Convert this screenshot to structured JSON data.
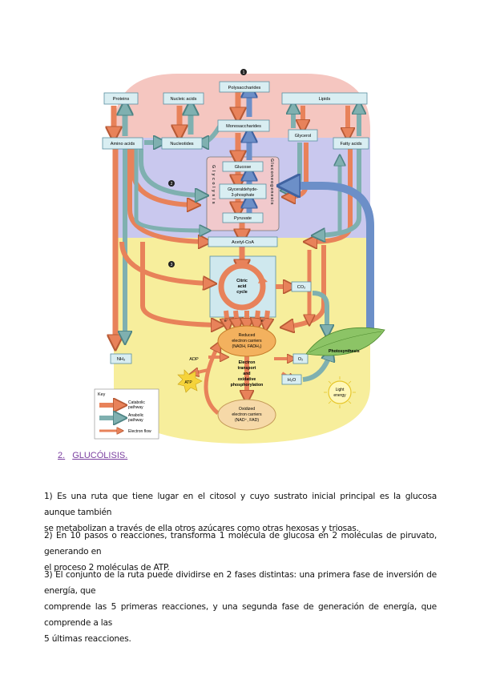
{
  "figure": {
    "zone_markers": [
      "1",
      "2",
      "3"
    ],
    "boxes": {
      "proteins": "Proteins",
      "nucleic_acids": "Nucleic acids",
      "polysaccharides": "Polysaccharides",
      "lipids": "Lipids",
      "monosaccharides": "Monosaccharides",
      "amino_acids": "Amino acids",
      "nucleotides": "Nucleotides",
      "glycerol": "Glycerol",
      "fatty_acids": "Fatty acids",
      "glucose": "Glucose",
      "g3p_line1": "Glyceraldehyde-",
      "g3p_line2": "3-phosphate",
      "pyruvate": "Pyruvate",
      "acetyl_coa": "Acetyl-CoA",
      "co2": "CO₂",
      "nh3": "NH₃",
      "o2": "O₂",
      "h2o": "H₂O",
      "adp": "ADP",
      "atp": "ATP"
    },
    "glycolysis_vertical": "Glycolysis",
    "gluconeogenesis_vertical": "Gluconeogenesis",
    "citric_cycle": [
      "Citric",
      "acid",
      "cycle"
    ],
    "reduced_carriers": [
      "Reduced",
      "electron carriers",
      "(NADH, FADH₂)"
    ],
    "electron_transport": [
      "Electron",
      "transport",
      "and",
      "oxidative",
      "phosphorylation"
    ],
    "oxidized_carriers": [
      "Oxidized",
      "electron carriers",
      "(NAD⁺, FAD)"
    ],
    "e_minus": "e⁻",
    "photosynthesis": "Photosynthesis",
    "light_energy": [
      "Light",
      "energy"
    ],
    "key": {
      "title": "Key",
      "items": [
        {
          "label": [
            "Catabolic",
            "pathway"
          ],
          "color": "#e8825a"
        },
        {
          "label": [
            "Anabolic",
            "pathway"
          ],
          "color": "#7fb0b0"
        },
        {
          "label": [
            "Electron flow"
          ],
          "color": "#e8825a"
        }
      ]
    },
    "colors": {
      "zone1": "#f5c6c0",
      "zone2": "#c9c8ee",
      "zone3": "#f7ee9c",
      "catabolic": "#e8825a",
      "anabolic": "#7fb0b0",
      "box_fill": "#d9eef2",
      "box_stroke": "#5a8fa0"
    }
  },
  "heading": {
    "number": "2.",
    "title": "GLUCÓLISIS."
  },
  "paragraphs": [
    {
      "lines": [
        "1) Es una ruta que tiene lugar en el citosol y cuyo sustrato inicial principal es la glucosa aunque también",
        "se metabolizan a través de ella otros azúcares como otras hexosas y triosas."
      ]
    },
    {
      "lines": [
        "2) En 10 pasos o reacciones, transforma 1 molécula de glucosa en 2 moléculas de piruvato, generando en",
        "el proceso 2 moléculas de ATP."
      ]
    },
    {
      "lines": [
        "3) El conjunto de la ruta puede dividirse en 2 fases distintas: una primera fase de inversión de energía, que",
        "comprende las 5 primeras reacciones, y una segunda fase de generación de energía, que comprende a las",
        "5 últimas reacciones."
      ]
    }
  ]
}
